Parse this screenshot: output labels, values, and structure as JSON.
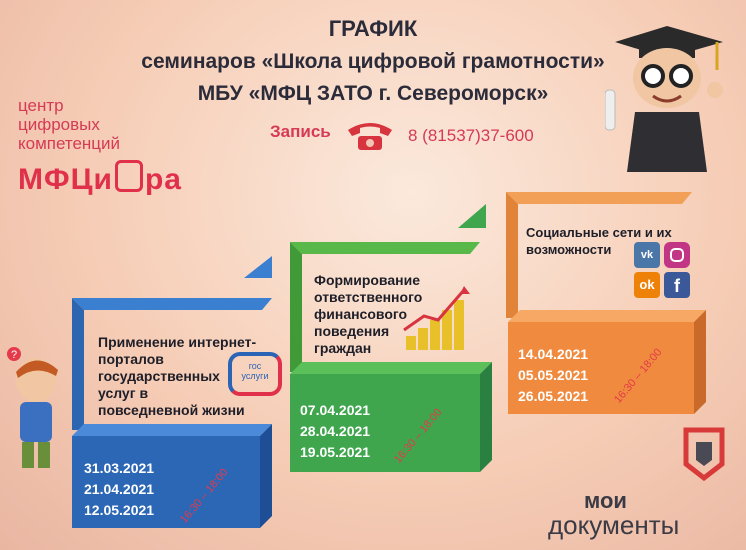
{
  "title_lines": [
    "ГРАФИК",
    "семинаров «Школа цифровой грамотности»",
    "МБУ «МФЦ ЗАТО г. Североморск»"
  ],
  "center_label": [
    "центр",
    "цифровых",
    "компетенций"
  ],
  "brand": "МФЦи",
  "brand_suffix": "ра",
  "phone_label": "Запись",
  "phone_number": "8 (81537)37-600",
  "accent_colors": {
    "blue": "#2b67b4",
    "green": "#3fa64e",
    "orange": "#f08a3e",
    "red": "#e0304a"
  },
  "seminars": [
    {
      "topic": [
        "Применение интернет-",
        "порталов",
        "государственных",
        "услуг в",
        "повседневной жизни"
      ],
      "dates": [
        "31.03.2021",
        "21.04.2021",
        "12.05.2021"
      ],
      "time": "16:30 – 18:00"
    },
    {
      "topic": [
        "Формирование",
        "ответственного",
        "финансового",
        "поведения",
        "граждан"
      ],
      "dates": [
        "07.04.2021",
        "28.04.2021",
        "19.05.2021"
      ],
      "time": "16:30 – 18:00"
    },
    {
      "topic": [
        "Социальные сети и их",
        "возможности"
      ],
      "dates": [
        "14.04.2021",
        "05.05.2021",
        "26.05.2021"
      ],
      "time": "16:30 – 18:00"
    }
  ],
  "gosuslugi": [
    "гос",
    "услуги"
  ],
  "social_icons": [
    "vk-icon",
    "instagram-icon",
    "odnoklassniki-icon",
    "facebook-icon"
  ],
  "footer_logo": [
    "мои",
    "документы"
  ]
}
